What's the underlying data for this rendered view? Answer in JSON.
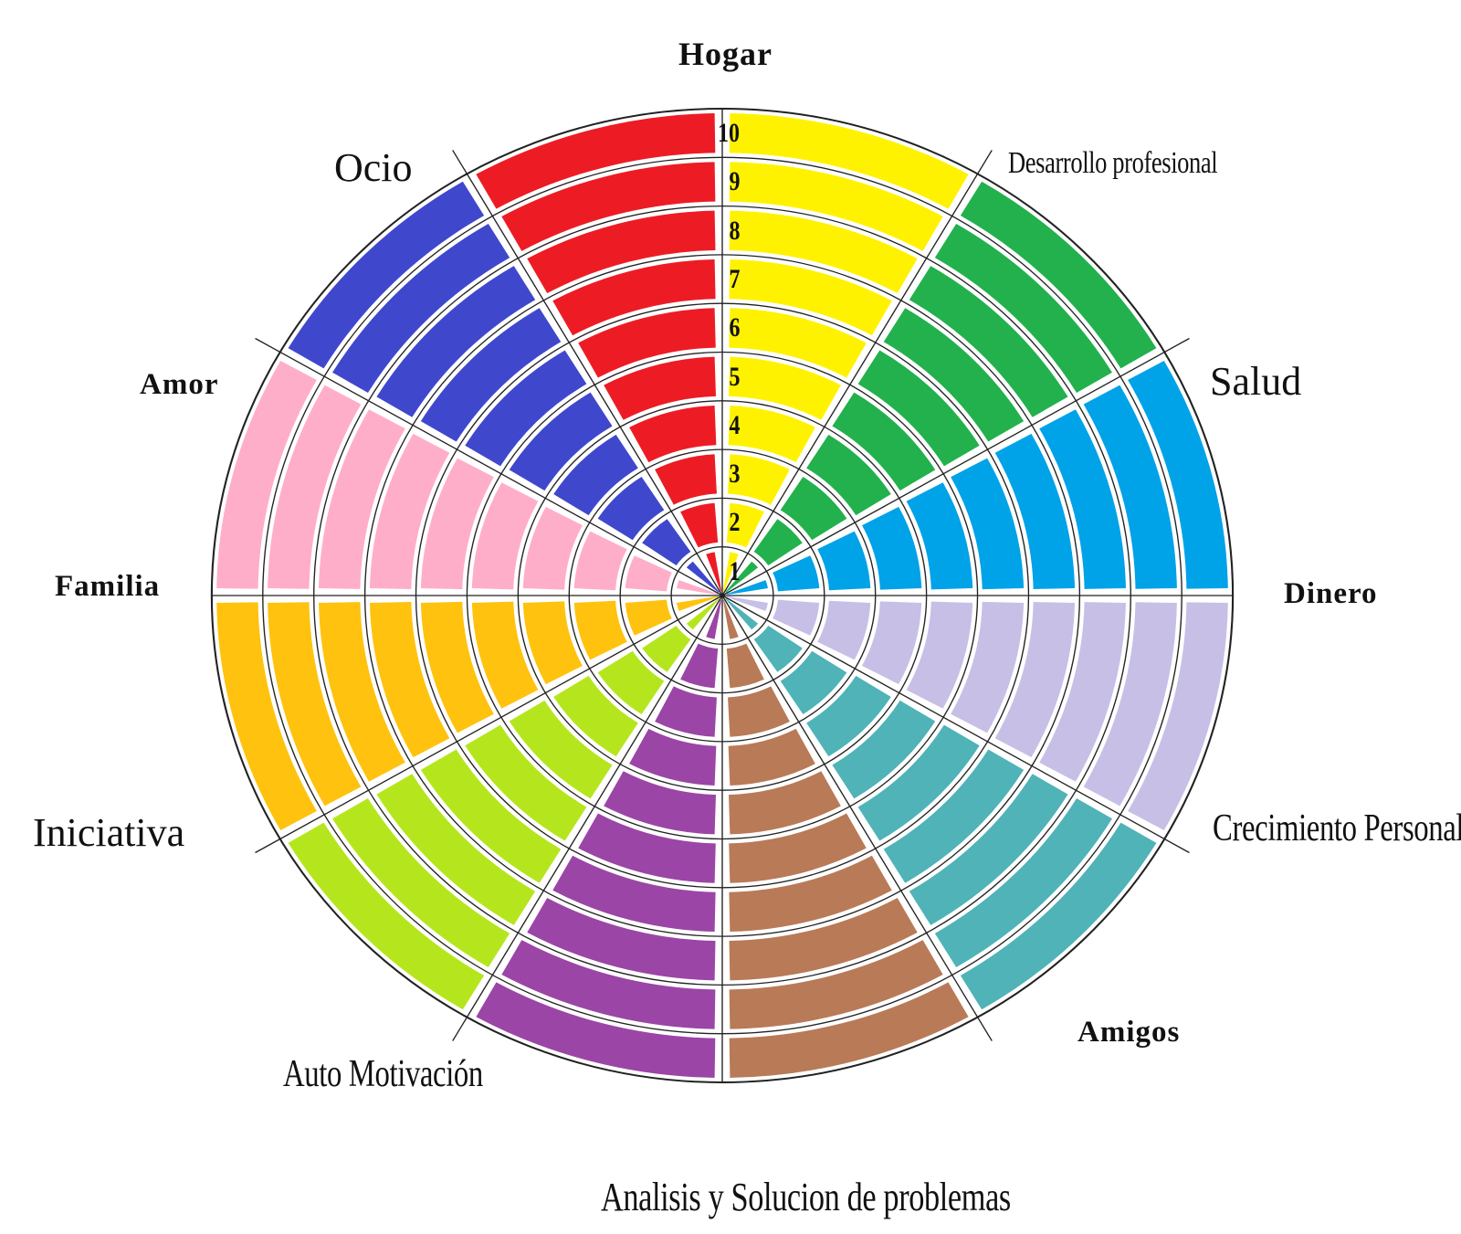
{
  "diagram": {
    "type": "wheel-of-life",
    "scale_max": 10,
    "ring_numbers": [
      "1",
      "2",
      "3",
      "4",
      "5",
      "6",
      "7",
      "8",
      "9",
      "10"
    ],
    "sectors": [
      {
        "color": "#fff200"
      },
      {
        "color": "#22b14c"
      },
      {
        "color": "#00a2e8"
      },
      {
        "color": "#c8bfe7"
      },
      {
        "color": "#4fb3b8"
      },
      {
        "color": "#b97a57"
      },
      {
        "color": "#9b45a6"
      },
      {
        "color": "#b5e61d"
      },
      {
        "color": "#ffc20e"
      },
      {
        "color": "#ffaec9"
      },
      {
        "color": "#3f48cc"
      },
      {
        "color": "#ed1c24"
      }
    ],
    "labels": {
      "hogar": "Hogar",
      "desarrollo": "Desarrollo profesional",
      "salud": "Salud",
      "dinero": "Dinero",
      "crecimiento": "Crecimiento Personal",
      "amigos": "Amigos",
      "analisis": "Analisis y Solucion de problemas",
      "auto": "Auto Motivación",
      "iniciativa": "Iniciativa",
      "familia": "Familia",
      "amor": "Amor",
      "ocio": "Ocio"
    }
  }
}
